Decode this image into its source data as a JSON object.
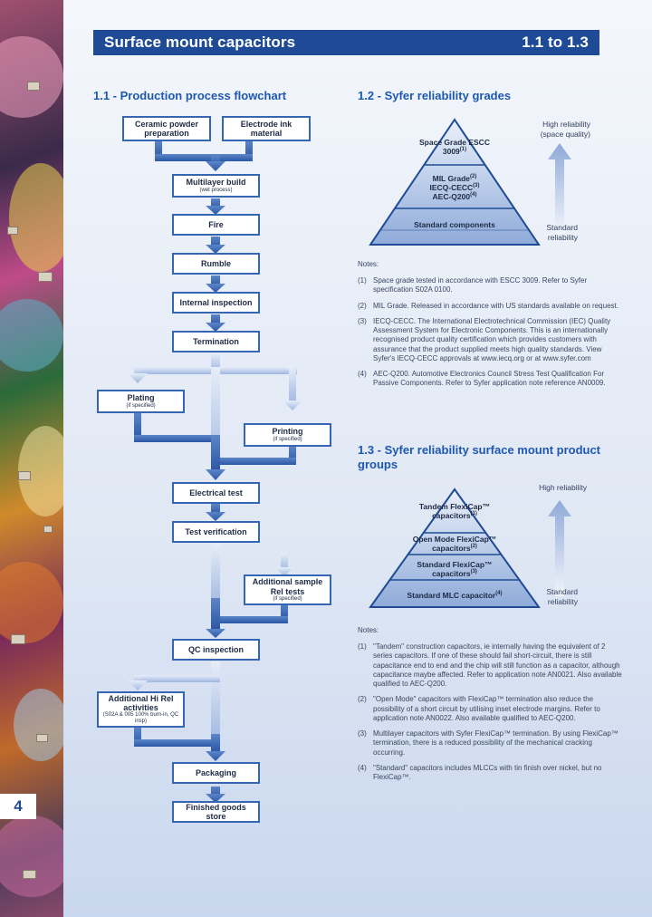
{
  "header": {
    "title": "Surface mount capacitors",
    "range": "1.1 to 1.3"
  },
  "section1": {
    "title": "1.1 - Production process flowchart",
    "steps": {
      "ceramic": "Ceramic powder preparation",
      "electrode": "Electrode ink material",
      "multilayer": "Multilayer build",
      "multilayer_sub": "(wet process)",
      "fire": "Fire",
      "rumble": "Rumble",
      "inspection": "Internal inspection",
      "termination": "Termination",
      "plating": "Plating",
      "plating_sub": "(if specified)",
      "printing": "Printing",
      "printing_sub": "(if specified)",
      "electrical": "Electrical test",
      "verification": "Test verification",
      "sample": "Additional sample Rel tests",
      "sample_sub": "(if specified)",
      "qc": "QC inspection",
      "hirel": "Additional Hi Rel activities",
      "hirel_sub": "(S02A & 005 100% burn-in, QC insp)",
      "packaging": "Packaging",
      "finished": "Finished goods store"
    }
  },
  "section2": {
    "title": "1.2 - Syfer reliability grades",
    "high_label": "High reliability (space quality)",
    "std_label": "Standard reliability",
    "tiers": {
      "space": "Space Grade ESCC 3009",
      "space_sup": "(1)",
      "mil": "MIL Grade",
      "mil_sup": "(2)",
      "iecq": "IECQ-CECC",
      "iecq_sup": "(3)",
      "aec": "AEC-Q200",
      "aec_sup": "(4)",
      "standard": "Standard components"
    },
    "notes_heading": "Notes:",
    "notes": [
      {
        "key": "(1)",
        "text": "Space grade tested in accordance with ESCC 3009. Refer to Syfer specification S02A 0100."
      },
      {
        "key": "(2)",
        "text": "MIL Grade. Released in accordance with US standards available on request."
      },
      {
        "key": "(3)",
        "text": "IECQ-CECC. The International Electrotechnical Commission (IEC) Quality Assessment System for Electronic Components. This is an internationally recognised product quality certification which provides customers with assurance that the product supplied meets high quality standards. View Syfer's IECQ-CECC approvals at www.iecq.org or at www.syfer.com"
      },
      {
        "key": "(4)",
        "text": "AEC-Q200. Automotive Electronics Council Stress Test Qualification For Passive Components. Refer to Syfer application note reference AN0009."
      }
    ]
  },
  "section3": {
    "title": "1.3 - Syfer reliability surface mount product groups",
    "high_label": "High reliability",
    "std_label": "Standard reliability",
    "tiers": {
      "tandem": "Tandem FlexiCap™ capacitors",
      "tandem_sup": "(1)",
      "open": "Open Mode FlexiCap™ capacitors",
      "open_sup": "(2)",
      "flexi": "Standard FlexiCap™ capacitors",
      "flexi_sup": "(3)",
      "mlc": "Standard MLC capacitor",
      "mlc_sup": "(4)"
    },
    "notes_heading": "Notes:",
    "notes": [
      {
        "key": "(1)",
        "text": "\"Tandem\" construction capacitors, ie internally having the equivalent of 2 series capacitors. If one of these should fail short-circuit, there is still capacitance end to end and the chip will still function as a capacitor, although capacitance maybe affected. Refer to application note AN0021. Also available qualified to AEC-Q200."
      },
      {
        "key": "(2)",
        "text": "\"Open Mode\" capacitors with FlexiCap™ termination also reduce the possibility of a short circuit by utilising inset electrode margins. Refer to application note AN0022. Also available qualified to AEC-Q200."
      },
      {
        "key": "(3)",
        "text": "Multilayer capacitors with Syfer FlexiCap™ termination. By using FlexiCap™ termination, there is a reduced possibility of the mechanical cracking occurring."
      },
      {
        "key": "(4)",
        "text": "\"Standard\" capacitors includes MLCCs with tin finish over nickel, but no FlexiCap™."
      }
    ]
  },
  "page_number": "4"
}
